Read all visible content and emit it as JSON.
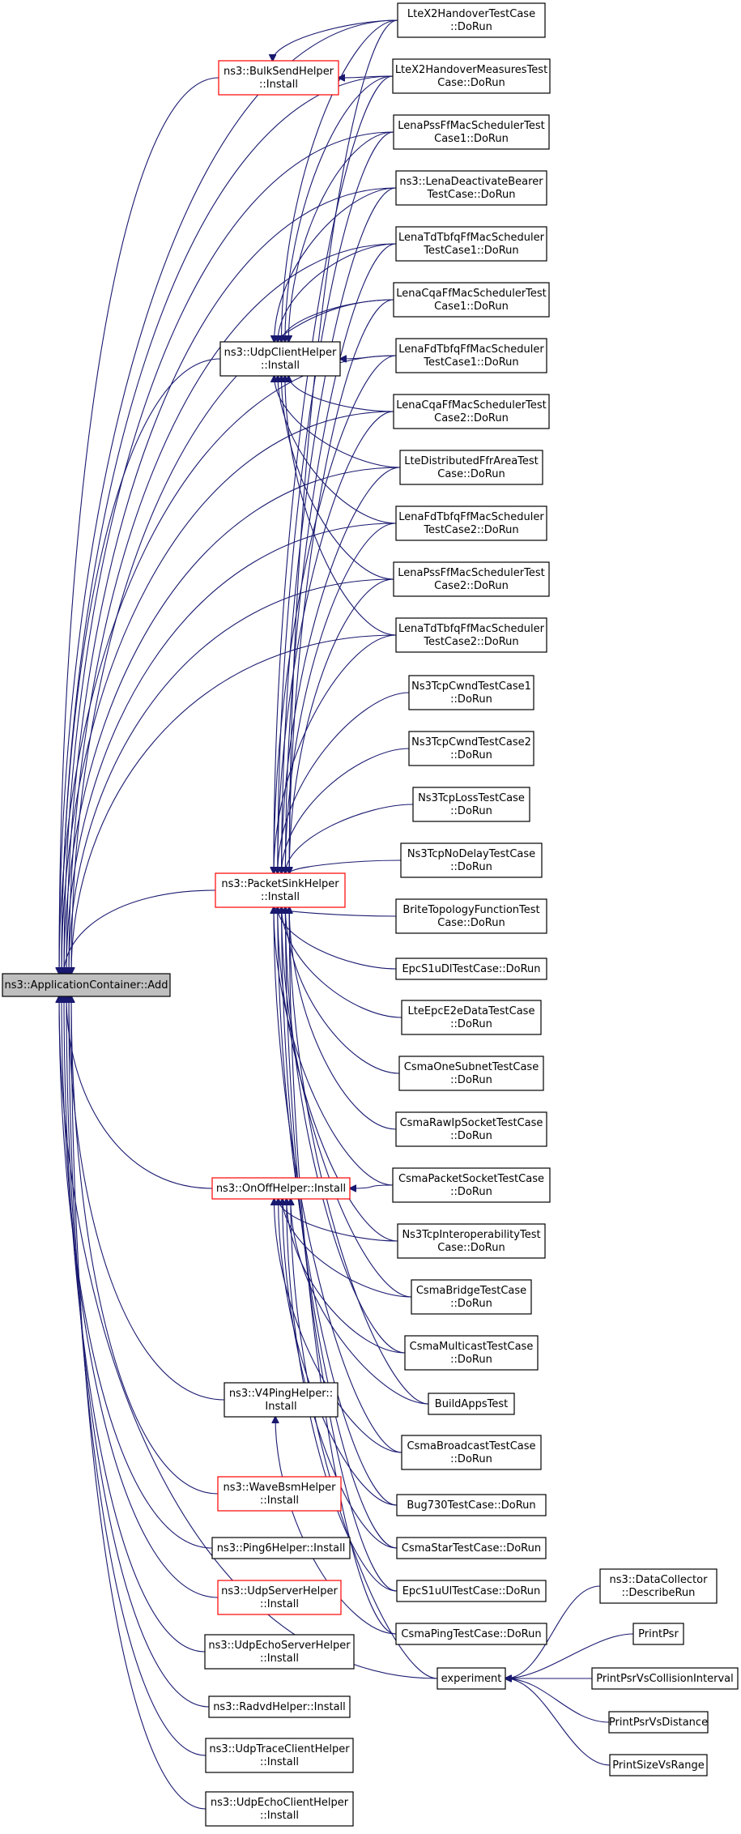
{
  "colors": {
    "edge": "#191970",
    "box_border": "#000000",
    "box_border_highlight": "#ff0000",
    "root_fill": "#bfbfbf"
  },
  "nodes": [
    {
      "id": "root",
      "lines": [
        "ns3::ApplicationContainer::Add"
      ],
      "style": "root"
    },
    {
      "id": "bulksend",
      "lines": [
        "ns3::BulkSendHelper",
        "::Install"
      ],
      "style": "red"
    },
    {
      "id": "udpclient",
      "lines": [
        "ns3::UdpClientHelper",
        "::Install"
      ],
      "style": "normal"
    },
    {
      "id": "packetsink",
      "lines": [
        "ns3::PacketSinkHelper",
        "::Install"
      ],
      "style": "red"
    },
    {
      "id": "onoff",
      "lines": [
        "ns3::OnOffHelper::Install"
      ],
      "style": "red"
    },
    {
      "id": "v4ping",
      "lines": [
        "ns3::V4PingHelper::",
        "Install"
      ],
      "style": "normal"
    },
    {
      "id": "wavebsm",
      "lines": [
        "ns3::WaveBsmHelper",
        "::Install"
      ],
      "style": "red"
    },
    {
      "id": "ping6",
      "lines": [
        "ns3::Ping6Helper::Install"
      ],
      "style": "normal"
    },
    {
      "id": "udpserver",
      "lines": [
        "ns3::UdpServerHelper",
        "::Install"
      ],
      "style": "red"
    },
    {
      "id": "udpechoserver",
      "lines": [
        "ns3::UdpEchoServerHelper",
        "::Install"
      ],
      "style": "normal"
    },
    {
      "id": "radvd",
      "lines": [
        "ns3::RadvdHelper::Install"
      ],
      "style": "normal"
    },
    {
      "id": "udptrace",
      "lines": [
        "ns3::UdpTraceClientHelper",
        "::Install"
      ],
      "style": "normal"
    },
    {
      "id": "udpechoclient",
      "lines": [
        "ns3::UdpEchoClientHelper",
        "::Install"
      ],
      "style": "normal"
    },
    {
      "id": "x2handover",
      "lines": [
        "LteX2HandoverTestCase",
        "::DoRun"
      ],
      "style": "normal"
    },
    {
      "id": "x2measures",
      "lines": [
        "LteX2HandoverMeasuresTest",
        "Case::DoRun"
      ],
      "style": "normal"
    },
    {
      "id": "pss1",
      "lines": [
        "LenaPssFfMacSchedulerTest",
        "Case1::DoRun"
      ],
      "style": "normal"
    },
    {
      "id": "deactivate",
      "lines": [
        "ns3::LenaDeactivateBearer",
        "TestCase::DoRun"
      ],
      "style": "normal"
    },
    {
      "id": "tdtbfq1",
      "lines": [
        "LenaTdTbfqFfMacScheduler",
        "TestCase1::DoRun"
      ],
      "style": "normal"
    },
    {
      "id": "cqa1",
      "lines": [
        "LenaCqaFfMacSchedulerTest",
        "Case1::DoRun"
      ],
      "style": "normal"
    },
    {
      "id": "fdtbfq1",
      "lines": [
        "LenaFdTbfqFfMacScheduler",
        "TestCase1::DoRun"
      ],
      "style": "normal"
    },
    {
      "id": "cqa2",
      "lines": [
        "LenaCqaFfMacSchedulerTest",
        "Case2::DoRun"
      ],
      "style": "normal"
    },
    {
      "id": "ffr",
      "lines": [
        "LteDistributedFfrAreaTest",
        "Case::DoRun"
      ],
      "style": "normal"
    },
    {
      "id": "fdtbfq2",
      "lines": [
        "LenaFdTbfqFfMacScheduler",
        "TestCase2::DoRun"
      ],
      "style": "normal"
    },
    {
      "id": "pss2",
      "lines": [
        "LenaPssFfMacSchedulerTest",
        "Case2::DoRun"
      ],
      "style": "normal"
    },
    {
      "id": "tdtbfq2",
      "lines": [
        "LenaTdTbfqFfMacScheduler",
        "TestCase2::DoRun"
      ],
      "style": "normal"
    },
    {
      "id": "cwnd1",
      "lines": [
        "Ns3TcpCwndTestCase1",
        "::DoRun"
      ],
      "style": "normal"
    },
    {
      "id": "cwnd2",
      "lines": [
        "Ns3TcpCwndTestCase2",
        "::DoRun"
      ],
      "style": "normal"
    },
    {
      "id": "tcploss",
      "lines": [
        "Ns3TcpLossTestCase",
        "::DoRun"
      ],
      "style": "normal"
    },
    {
      "id": "nodelay",
      "lines": [
        "Ns3TcpNoDelayTestCase",
        "::DoRun"
      ],
      "style": "normal"
    },
    {
      "id": "brite",
      "lines": [
        "BriteTopologyFunctionTest",
        "Case::DoRun"
      ],
      "style": "normal"
    },
    {
      "id": "s1udl",
      "lines": [
        "EpcS1uDlTestCase::DoRun"
      ],
      "style": "normal"
    },
    {
      "id": "e2e",
      "lines": [
        "LteEpcE2eDataTestCase",
        "::DoRun"
      ],
      "style": "normal"
    },
    {
      "id": "onesubnet",
      "lines": [
        "CsmaOneSubnetTestCase",
        "::DoRun"
      ],
      "style": "normal"
    },
    {
      "id": "rawip",
      "lines": [
        "CsmaRawIpSocketTestCase",
        "::DoRun"
      ],
      "style": "normal"
    },
    {
      "id": "packetsocket",
      "lines": [
        "CsmaPacketSocketTestCase",
        "::DoRun"
      ],
      "style": "normal"
    },
    {
      "id": "interop",
      "lines": [
        "Ns3TcpInteroperabilityTest",
        "Case::DoRun"
      ],
      "style": "normal"
    },
    {
      "id": "bridge",
      "lines": [
        "CsmaBridgeTestCase",
        "::DoRun"
      ],
      "style": "normal"
    },
    {
      "id": "multicast",
      "lines": [
        "CsmaMulticastTestCase",
        "::DoRun"
      ],
      "style": "normal"
    },
    {
      "id": "buildapps",
      "lines": [
        "BuildAppsTest"
      ],
      "style": "normal"
    },
    {
      "id": "broadcast",
      "lines": [
        "CsmaBroadcastTestCase",
        "::DoRun"
      ],
      "style": "normal"
    },
    {
      "id": "bug730",
      "lines": [
        "Bug730TestCase::DoRun"
      ],
      "style": "normal"
    },
    {
      "id": "star",
      "lines": [
        "CsmaStarTestCase::DoRun"
      ],
      "style": "normal"
    },
    {
      "id": "s1uul",
      "lines": [
        "EpcS1uUlTestCase::DoRun"
      ],
      "style": "normal"
    },
    {
      "id": "csmaping",
      "lines": [
        "CsmaPingTestCase::DoRun"
      ],
      "style": "normal"
    },
    {
      "id": "experiment",
      "lines": [
        "experiment"
      ],
      "style": "normal"
    },
    {
      "id": "datacollector",
      "lines": [
        "ns3::DataCollector",
        "::DescribeRun"
      ],
      "style": "normal"
    },
    {
      "id": "printpsr",
      "lines": [
        "PrintPsr"
      ],
      "style": "normal"
    },
    {
      "id": "printpsrcoll",
      "lines": [
        "PrintPsrVsCollisionInterval"
      ],
      "style": "normal"
    },
    {
      "id": "printpsrdist",
      "lines": [
        "PrintPsrVsDistance"
      ],
      "style": "normal"
    },
    {
      "id": "printsize",
      "lines": [
        "PrintSizeVsRange"
      ],
      "style": "normal"
    }
  ],
  "edges": [
    [
      "bulksend",
      "root"
    ],
    [
      "udpclient",
      "root"
    ],
    [
      "packetsink",
      "root"
    ],
    [
      "onoff",
      "root"
    ],
    [
      "v4ping",
      "root"
    ],
    [
      "wavebsm",
      "root"
    ],
    [
      "ping6",
      "root"
    ],
    [
      "udpserver",
      "root"
    ],
    [
      "udpechoserver",
      "root"
    ],
    [
      "radvd",
      "root"
    ],
    [
      "udptrace",
      "root"
    ],
    [
      "udpechoclient",
      "root"
    ],
    [
      "x2handover",
      "root"
    ],
    [
      "x2measures",
      "root"
    ],
    [
      "pss1",
      "root"
    ],
    [
      "deactivate",
      "root"
    ],
    [
      "tdtbfq1",
      "root"
    ],
    [
      "cqa1",
      "root"
    ],
    [
      "fdtbfq1",
      "root"
    ],
    [
      "cqa2",
      "root"
    ],
    [
      "ffr",
      "root"
    ],
    [
      "fdtbfq2",
      "root"
    ],
    [
      "pss2",
      "root"
    ],
    [
      "tdtbfq2",
      "root"
    ],
    [
      "experiment",
      "root"
    ],
    [
      "x2handover",
      "bulksend"
    ],
    [
      "x2measures",
      "bulksend"
    ],
    [
      "x2handover",
      "udpclient"
    ],
    [
      "x2measures",
      "udpclient"
    ],
    [
      "pss1",
      "udpclient"
    ],
    [
      "deactivate",
      "udpclient"
    ],
    [
      "tdtbfq1",
      "udpclient"
    ],
    [
      "cqa1",
      "udpclient"
    ],
    [
      "fdtbfq1",
      "udpclient"
    ],
    [
      "cqa2",
      "udpclient"
    ],
    [
      "ffr",
      "udpclient"
    ],
    [
      "fdtbfq2",
      "udpclient"
    ],
    [
      "pss2",
      "udpclient"
    ],
    [
      "tdtbfq2",
      "udpclient"
    ],
    [
      "x2handover",
      "packetsink"
    ],
    [
      "x2measures",
      "packetsink"
    ],
    [
      "pss1",
      "packetsink"
    ],
    [
      "deactivate",
      "packetsink"
    ],
    [
      "tdtbfq1",
      "packetsink"
    ],
    [
      "cqa1",
      "packetsink"
    ],
    [
      "fdtbfq1",
      "packetsink"
    ],
    [
      "cqa2",
      "packetsink"
    ],
    [
      "ffr",
      "packetsink"
    ],
    [
      "fdtbfq2",
      "packetsink"
    ],
    [
      "pss2",
      "packetsink"
    ],
    [
      "tdtbfq2",
      "packetsink"
    ],
    [
      "cwnd1",
      "packetsink"
    ],
    [
      "cwnd2",
      "packetsink"
    ],
    [
      "tcploss",
      "packetsink"
    ],
    [
      "nodelay",
      "packetsink"
    ],
    [
      "brite",
      "packetsink"
    ],
    [
      "s1udl",
      "packetsink"
    ],
    [
      "e2e",
      "packetsink"
    ],
    [
      "onesubnet",
      "packetsink"
    ],
    [
      "rawip",
      "packetsink"
    ],
    [
      "packetsocket",
      "packetsink"
    ],
    [
      "interop",
      "packetsink"
    ],
    [
      "bridge",
      "packetsink"
    ],
    [
      "multicast",
      "packetsink"
    ],
    [
      "buildapps",
      "packetsink"
    ],
    [
      "broadcast",
      "packetsink"
    ],
    [
      "bug730",
      "packetsink"
    ],
    [
      "star",
      "packetsink"
    ],
    [
      "s1uul",
      "packetsink"
    ],
    [
      "csmaping",
      "packetsink"
    ],
    [
      "packetsocket",
      "onoff"
    ],
    [
      "interop",
      "onoff"
    ],
    [
      "bridge",
      "onoff"
    ],
    [
      "multicast",
      "onoff"
    ],
    [
      "buildapps",
      "onoff"
    ],
    [
      "broadcast",
      "onoff"
    ],
    [
      "bug730",
      "onoff"
    ],
    [
      "star",
      "onoff"
    ],
    [
      "s1uul",
      "onoff"
    ],
    [
      "experiment",
      "onoff"
    ],
    [
      "csmaping",
      "v4ping"
    ],
    [
      "datacollector",
      "experiment"
    ],
    [
      "printpsr",
      "experiment"
    ],
    [
      "printpsrcoll",
      "experiment"
    ],
    [
      "printpsrdist",
      "experiment"
    ],
    [
      "printsize",
      "experiment"
    ]
  ]
}
